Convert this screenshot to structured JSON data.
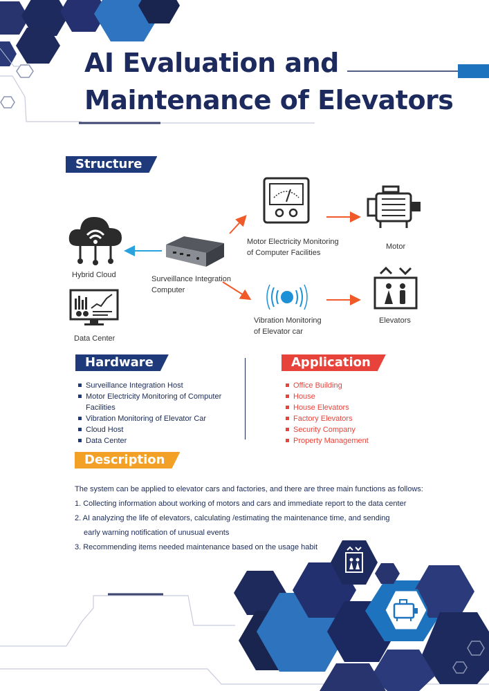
{
  "title": {
    "line1": "AI Evaluation and",
    "line2": "Maintenance of Elevators"
  },
  "colors": {
    "navy": "#1f3a7a",
    "red": "#e8433a",
    "orange": "#f3a026",
    "blue": "#1e73be",
    "arrow_red": "#f05a28",
    "arrow_blue": "#29a3dd"
  },
  "structure": {
    "heading": "Structure",
    "nodes": {
      "hybrid_cloud": "Hybrid Cloud",
      "data_center": "Data Center",
      "surveillance_line1": "Surveillance Integration",
      "surveillance_line2": "Computer",
      "motor_monitor_line1": "Motor Electricity Monitoring",
      "motor_monitor_line2": "of Computer Facilities",
      "motor": "Motor",
      "vibration_line1": "Vibration Monitoring",
      "vibration_line2": "of Elevator car",
      "elevators": "Elevators"
    },
    "icons": [
      "cloud-network-icon",
      "data-center-monitor-icon",
      "computer-box-icon",
      "meter-gauge-icon",
      "motor-icon",
      "vibration-sensor-icon",
      "elevator-icon"
    ]
  },
  "hardware": {
    "heading": "Hardware",
    "items": [
      {
        "text": "Surveillance Integration Host"
      },
      {
        "text": "Motor Electricity Monitoring of Computer Facilities"
      },
      {
        "text": "Vibration Monitoring of Elevator Car"
      },
      {
        "text": "Cloud Host"
      },
      {
        "text": "Data Center"
      }
    ]
  },
  "application": {
    "heading": "Application",
    "items": [
      {
        "text": "Office Building"
      },
      {
        "text": "House"
      },
      {
        "text": "House Elevators"
      },
      {
        "text": "Factory Elevators"
      },
      {
        "text": "Security Company"
      },
      {
        "text": "Property Management"
      }
    ]
  },
  "description": {
    "heading": "Description",
    "intro": "The system can be applied to elevator cars and factories, and there are three main functions as follows:",
    "item1": "1. Collecting information about working of motors and cars and immediate report to the data center",
    "item2_line1": "2. AI analyzing the life of elevators, calculating /estimating the maintenance time, and sending",
    "item2_line2": "early warning notification of unusual events",
    "item3": "3. Recommending items needed maintenance based on the usage habit"
  }
}
